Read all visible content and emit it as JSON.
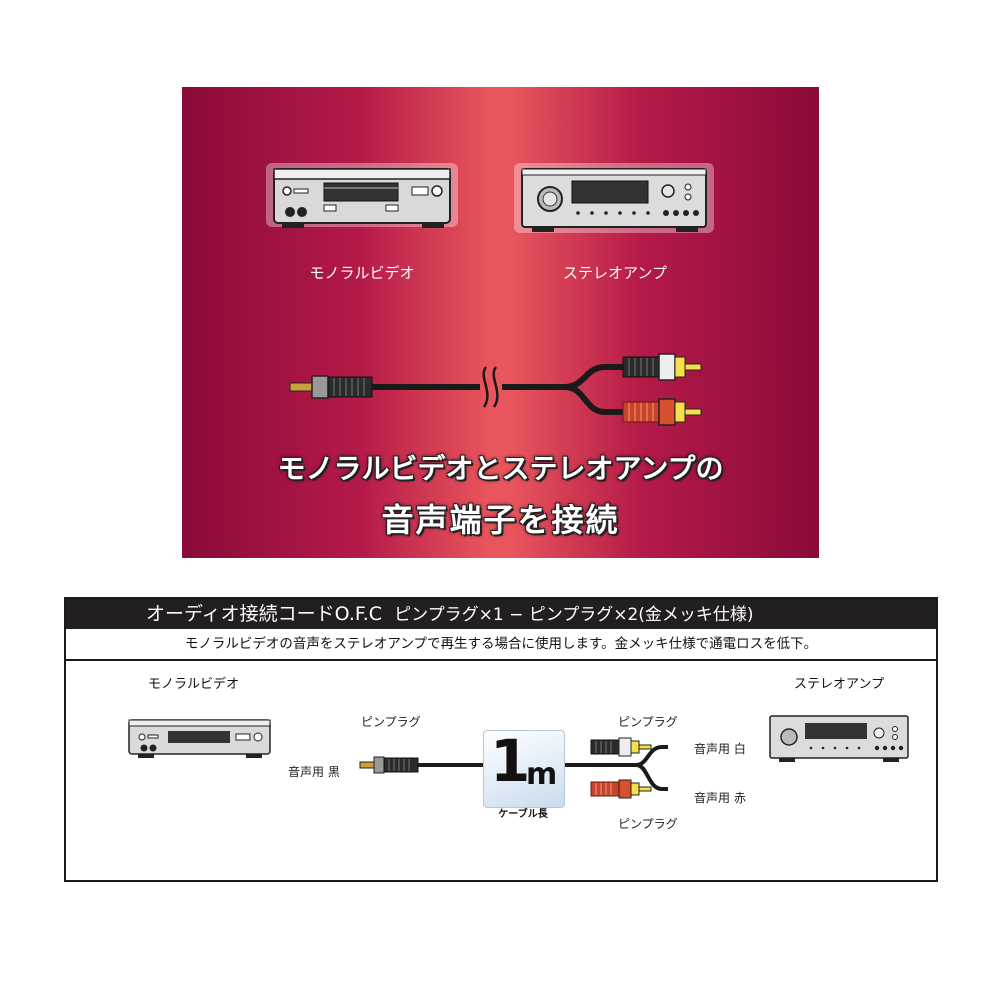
{
  "banner": {
    "device_left_label": "モノラルビデオ",
    "device_right_label": "ステレオアンプ",
    "headline_line1": "モノラルビデオとステレオアンプの",
    "headline_line2": "音声端子を接続",
    "colors": {
      "deep": "#8a0a3a",
      "mid": "#b51a48",
      "light": "#e8555c"
    }
  },
  "spec": {
    "title_main": "オーディオ接続コードO.F.C",
    "title_sub": "ピンプラグ×1 − ピンプラグ×2(金メッキ仕様)",
    "description": "モノラルビデオの音声をステレオアンプで再生する場合に使用します。金メッキ仕様で通電ロスを低下。",
    "diagram": {
      "left_device": "モノラルビデオ",
      "right_device": "ステレオアンプ",
      "pin_plug_top": "ピンプラグ",
      "pin_plug_right_top": "ピンプラグ",
      "pin_plug_right_bottom": "ピンプラグ",
      "audio_black": "音声用 黒",
      "audio_white": "音声用 白",
      "audio_red": "音声用 赤",
      "length_number": "1",
      "length_unit": "m",
      "length_caption": "ケーブル長"
    }
  }
}
